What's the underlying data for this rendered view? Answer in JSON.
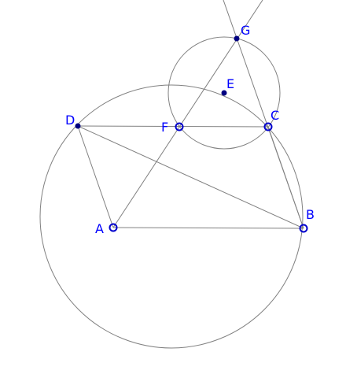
{
  "points": {
    "A": {
      "label": "A",
      "kind": "free"
    },
    "B": {
      "label": "B",
      "kind": "free"
    },
    "C": {
      "label": "C",
      "kind": "free"
    },
    "D": {
      "label": "D",
      "kind": "dependent"
    },
    "E": {
      "label": "E",
      "kind": "dependent"
    },
    "F": {
      "label": "F",
      "kind": "free"
    },
    "G": {
      "label": "G",
      "kind": "dependent"
    }
  },
  "colors": {
    "line": "#808080",
    "point_stroke": "#0000cc",
    "point_fill": "#000080",
    "label": "#0000ff",
    "background": "#ffffff"
  }
}
